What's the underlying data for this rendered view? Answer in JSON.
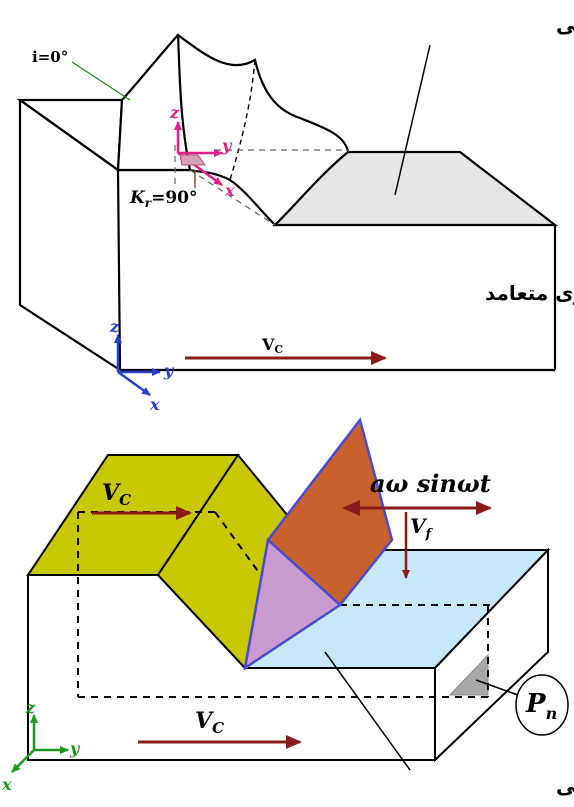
{
  "top": {
    "side_surface_label": "سطح ماشینکاری‌شده جانبی",
    "orthogonal_label": "ماشینکاری متعامد",
    "inclination_label": "i=0°",
    "kr_label": "K",
    "kr_sub": "r",
    "kr_value": "=90°",
    "vc_label": "V",
    "vc_sub": "C",
    "tool_axes": {
      "z": "z",
      "y": "y",
      "x": "x"
    },
    "ref_axes": {
      "z": "z",
      "y": "y",
      "x": "x"
    }
  },
  "bottom": {
    "vibration_label": "aω sinωt",
    "vf_label": "V",
    "vf_sub": "f",
    "vc_top_label": "V",
    "vc_top_sub": "C",
    "vc_bottom_label": "V",
    "vc_bottom_sub": "C",
    "pn_label": "P",
    "pn_sub": "n",
    "side_surface_label": "سطح ماشینکاری‌شده جانبی",
    "ref_axes": {
      "z": "z",
      "y": "y",
      "x": "x"
    }
  },
  "colors": {
    "arrow_dark_red": "#8b1a1a",
    "tool_axes_magenta": "#e0208a",
    "ref_axes_blue": "#2a3fd0",
    "green_axes": "#1a9a1a",
    "face_yellow": "#c8c800",
    "face_lightblue": "#c9e8f7",
    "tool_orange": "#c8612e",
    "tool_purple": "#c89ad0",
    "machined_gray": "#e6e6e6"
  }
}
